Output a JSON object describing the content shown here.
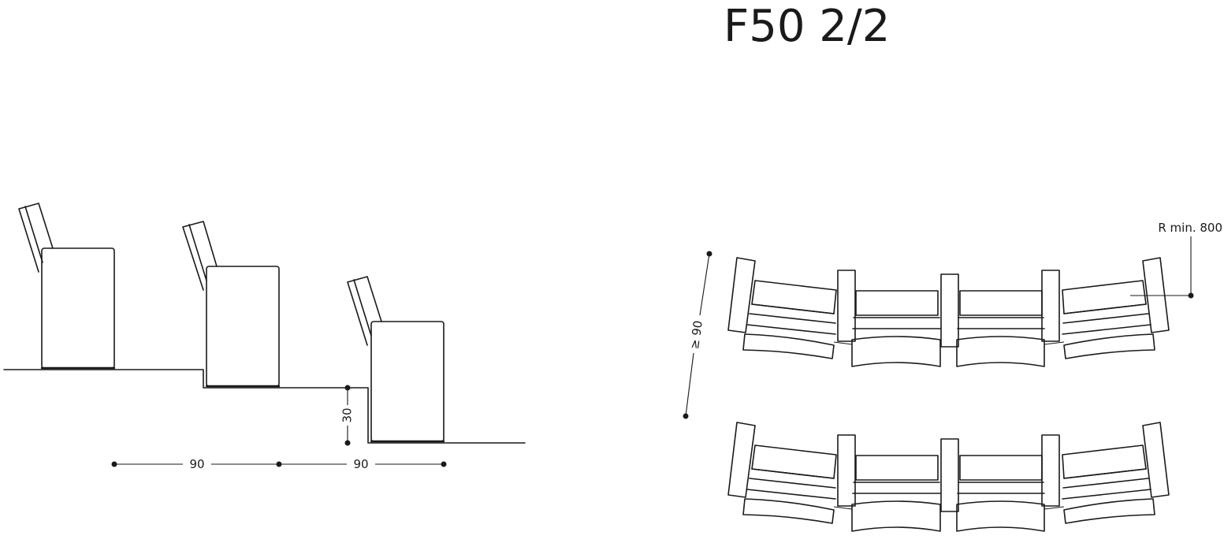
{
  "title": "F50 2/2",
  "side_view": {
    "row_spacing_1": "90",
    "row_spacing_2": "90",
    "step_height": "30"
  },
  "plan_view": {
    "radius_note": "R min. 800",
    "row_distance": "≥ 90",
    "rows": 2,
    "seats_per_row": 4
  }
}
